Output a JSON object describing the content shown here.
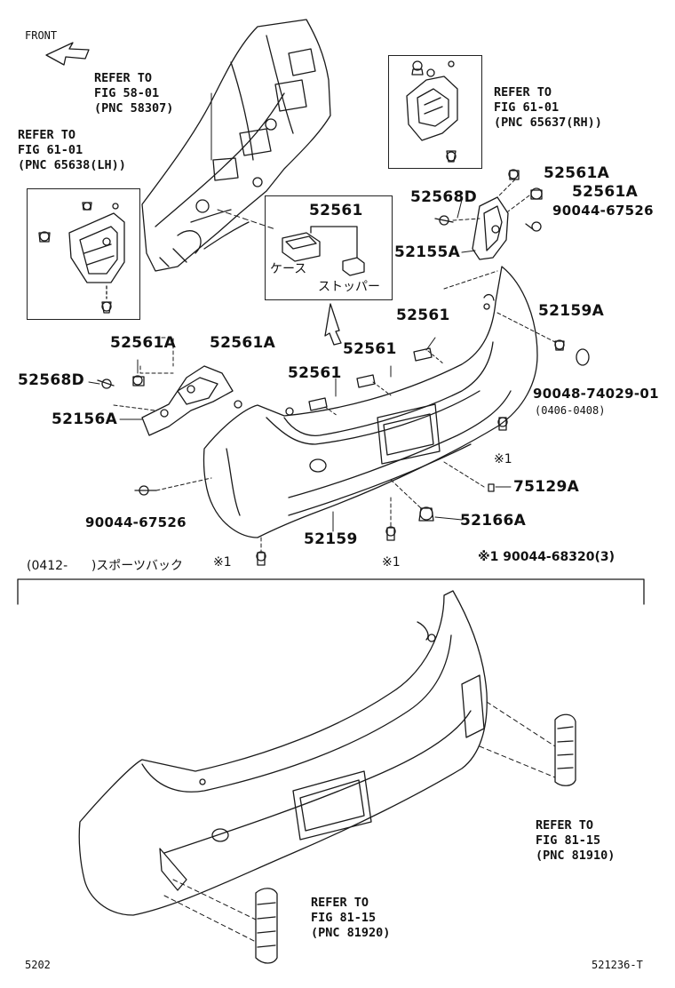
{
  "front_label": "FRONT",
  "refs": {
    "fig58": [
      "REFER TO",
      "FIG 58-01",
      "(PNC 58307)"
    ],
    "fig61_rh": [
      "REFER TO",
      "FIG 61-01",
      "(PNC 65637(RH))"
    ],
    "fig61_lh": [
      "REFER TO",
      "FIG 61-01",
      "(PNC 65638(LH))"
    ],
    "fig81_910": [
      "REFER TO",
      "FIG 81-15",
      "(PNC 81910)"
    ],
    "fig81_920": [
      "REFER TO",
      "FIG 81-15",
      "(PNC 81920)"
    ]
  },
  "inset": {
    "part": "52561",
    "case_label": "ケース",
    "stopper_label": "ストッパー"
  },
  "parts": {
    "p52561A_top1": "52561A",
    "p52561A_top2": "52561A",
    "p52568D_right": "52568D",
    "p90044_67526_right": "90044-67526",
    "p52155A": "52155A",
    "p52561_a": "52561",
    "p52159A": "52159A",
    "p52561A_l1": "52561A",
    "p52561A_l2": "52561A",
    "p52561_b": "52561",
    "p52568D_left": "52568D",
    "p52561_c": "52561",
    "p90048": "90048-74029-01",
    "p90048_note": "(0406-0408)",
    "p52156A": "52156A",
    "p75129A": "75129A",
    "p90044_67526_left": "90044-67526",
    "p52166A": "52166A",
    "p52159": "52159"
  },
  "asterisk_marks": [
    "※1",
    "※1",
    "※1"
  ],
  "asterisk_note": "※1  90044-68320(3)",
  "section_note": "(0412-      )スポーツバック",
  "footer": {
    "left": "5202",
    "right": "521236-T"
  }
}
